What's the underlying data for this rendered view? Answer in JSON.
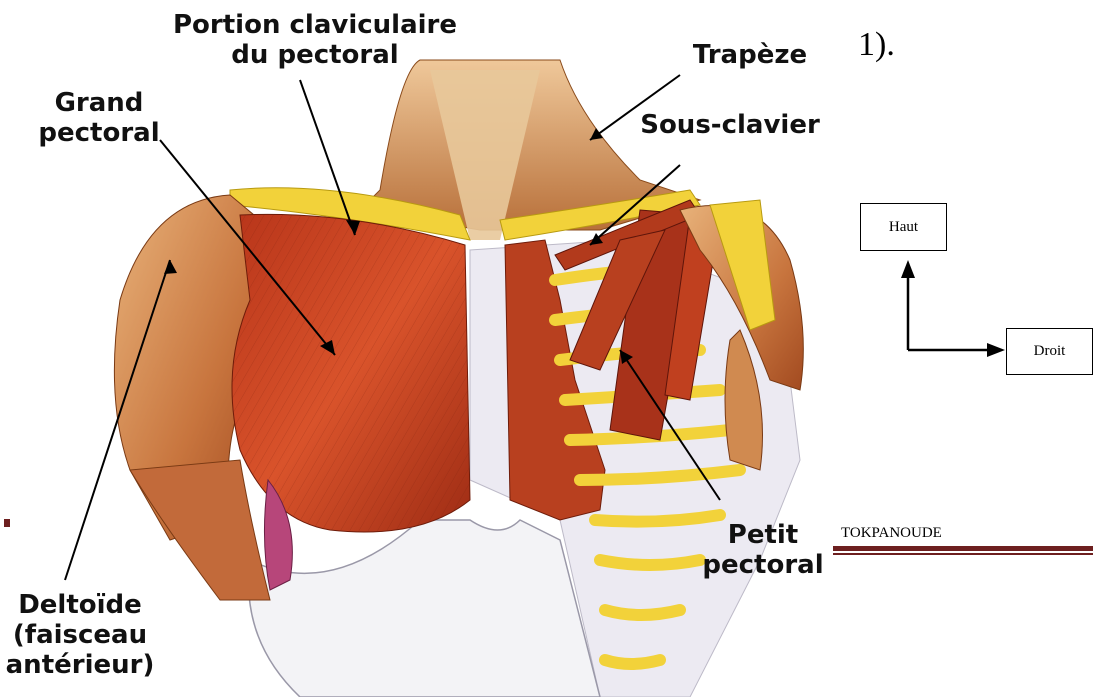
{
  "labels": {
    "portion_claviculaire": "Portion claviculaire\ndu pectoral",
    "trapeze": "Trapèze",
    "grand_pectoral": "Grand\npectoral",
    "sous_clavier": "Sous-clavier",
    "petit_pectoral": "Petit\npectoral",
    "deltoide": "Deltoïde\n(faisceau\nantérieur)"
  },
  "side": {
    "heading_fragment": "1).",
    "haut_label": "Haut",
    "droit_label": "Droit",
    "footer_author": "TOKPANOUDE"
  },
  "colors": {
    "muscle_red": "#c43a1c",
    "muscle_tan": "#d9a36b",
    "bone_yellow": "#f2d23a",
    "cartilage": "#e7e7ee",
    "footer_rule": "#6d1f1f"
  }
}
